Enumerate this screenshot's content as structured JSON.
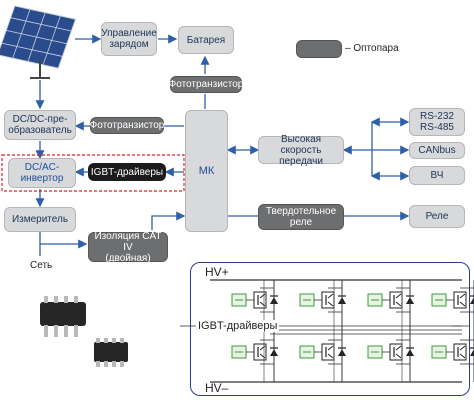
{
  "nodes": {
    "mppt": "Управление\nзарядом",
    "battery": "Батарея",
    "optocoupler_legend": "– Оптопара",
    "phototransistor_top": "Фототранзистор",
    "dcdc": "DC/DC-пре-\nобразователь",
    "phototransistor_mid": "Фототранзистор",
    "mk": "МК",
    "high_speed": "Высокая\nскорость передачи",
    "rs": "RS-232\nRS-485",
    "canbus": "CANbus",
    "rf": "ВЧ",
    "dcac": "DC/AC-\nинвертор",
    "igbt_drivers": "IGBT-драйверы",
    "meter": "Измеритель",
    "solid_state": "Твердотельное\nреле",
    "relay": "Реле",
    "isolation": "Изоляция CAT IV\n(двойная)",
    "grid": "Сеть"
  },
  "inset": {
    "hv_plus": "HV+",
    "hv_minus": "HV–",
    "igbt_label": "IGBT-драйверы"
  },
  "colors": {
    "arrow": "#2e5fa8",
    "dashed": "#d8232a",
    "panel": "#2b3f8c"
  }
}
